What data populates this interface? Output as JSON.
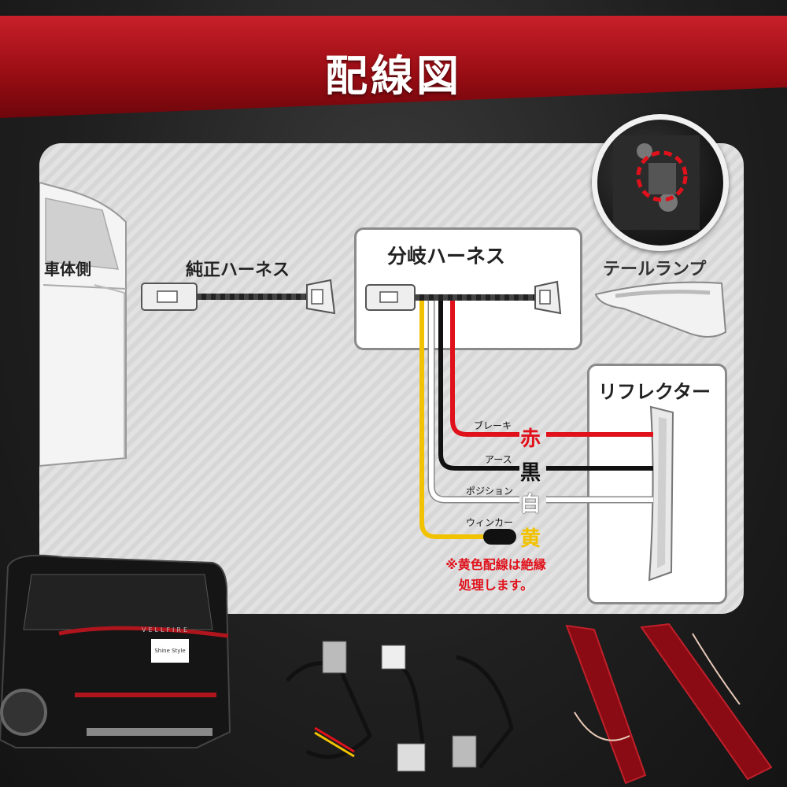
{
  "header": {
    "title": "配線図"
  },
  "diagram": {
    "vehicle_side_label": "車体側",
    "oem_harness_label": "純正ハーネス",
    "branch_harness_label": "分岐ハーネス",
    "tail_lamp_label": "テールランプ",
    "reflector_label": "リフレクター",
    "wires": [
      {
        "function": "ブレーキ",
        "color_name": "赤",
        "color": "#e0111b"
      },
      {
        "function": "アース",
        "color_name": "黒",
        "color": "#111111"
      },
      {
        "function": "ポジション",
        "color_name": "白",
        "color": "#ffffff"
      },
      {
        "function": "ウィンカー",
        "color_name": "黄",
        "color": "#f2c200"
      }
    ],
    "note_line1": "※黄色配線は絶縁",
    "note_line2": "処理します。"
  },
  "bottom": {
    "badge_text": "Shine Style",
    "car_model_text": "VELLFIRE"
  }
}
